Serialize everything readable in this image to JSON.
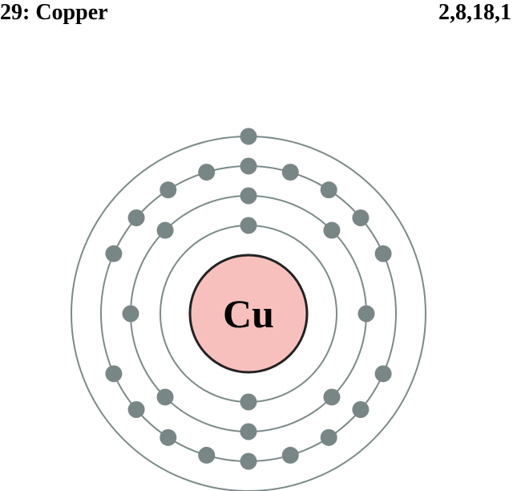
{
  "header": {
    "element_label": "29: Copper",
    "electron_configuration": "2,8,18,1"
  },
  "atom": {
    "symbol": "Cu",
    "shells": [
      2,
      8,
      18,
      1
    ]
  },
  "colors": {
    "nucleus_fill": "#f7c0bc",
    "nucleus_stroke": "#222222",
    "shell_stroke": "#7c8a8a",
    "electron_fill": "#798686",
    "text": "#000000"
  }
}
